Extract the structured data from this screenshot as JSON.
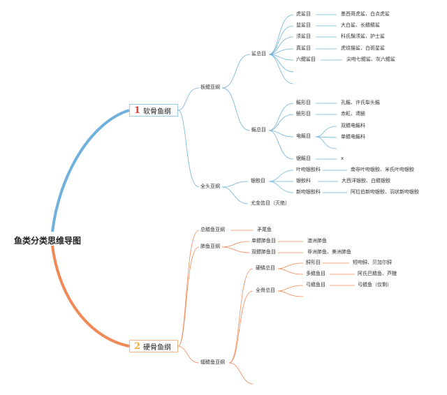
{
  "root": {
    "title": "鱼类分类思维导图"
  },
  "cartilaginous": {
    "number": "1",
    "label": "软骨鱼纲",
    "color": "#6fb1dc",
    "number_color": "#e0403a",
    "subclass_1": "板鳃亚纲",
    "subclass_2": "全头亚纲",
    "shark_superorder": "鲨总目",
    "ray_superorder": "鳐总目",
    "sharks": [
      {
        "order": "虎鲨目",
        "examples": "墨西哥虎鲨、白点虎鲨"
      },
      {
        "order": "鼠鲨目",
        "examples": "大白鲨、长鳍鲭鲨"
      },
      {
        "order": "须鲨目",
        "examples": "科氏鬚须鲨、护士鲨"
      },
      {
        "order": "真鲨目",
        "examples": "虎纹猫鲨、白斑星鲨"
      },
      {
        "order": "六鳃鲨目",
        "examples": "尖吻七鳃鲨、灰六鳃鲨"
      }
    ],
    "rays": {
      "order_1": "鳐形目",
      "examples_1": "孔鳐、许氏犁头鳐",
      "order_2": "鲼形目",
      "examples_2": "赤魟、鸢鲼",
      "order_3": "电鳐目",
      "family_3a": "双鳍电鳐科",
      "family_3b": "单鳍电鳐科",
      "order_4": "锯鳐目",
      "examples_4": "x"
    },
    "chimaera_order": "银鲛目",
    "chimaeras": [
      {
        "family": "叶吻银鲛科",
        "examples": "南非叶吻银鲛、米氏叶吻银鲛"
      },
      {
        "family": "银鲛科",
        "examples": "大西洋银鲛、白鳍银鲛"
      },
      {
        "family": "新吻银鲛科",
        "examples": "阿拉伯新吻银鲛、羽状新吻银鲛"
      }
    ],
    "extinct": "尤金齿目（灭绝）"
  },
  "bony": {
    "number": "2",
    "label": "硬骨鱼纲",
    "color": "#ef8a58",
    "number_color": "#f2b02e",
    "subclass_1": "总鳍鱼亚纲",
    "coelacanth": "矛尾鱼",
    "subclass_2": "肺鱼亚纲",
    "lungfish": [
      {
        "order": "单鳔肺鱼目",
        "examples": "澳洲肺鱼"
      },
      {
        "order": "双鳔肺鱼目",
        "examples": "非洲肺鱼、美洲肺鱼"
      }
    ],
    "subclass_3": "辐鳍鱼亚纲",
    "hard_superorder": "硬鳞总目",
    "hard_orders": [
      {
        "order": "鲟形目",
        "examples": "短吻鲟、贝加尔鲟"
      },
      {
        "order": "多鳍鱼目",
        "examples": "阿氏巴鳍鱼、芦鳗"
      }
    ],
    "holostei_superorder": "全骨总目",
    "holostei_order": "弓鳍鱼目",
    "holostei_examples": "弓鳍鱼（仅剩）"
  }
}
